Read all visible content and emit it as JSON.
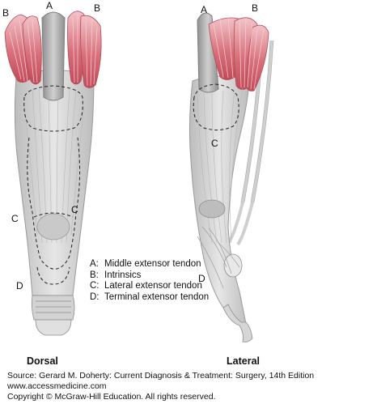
{
  "labels": {
    "dorsal": {
      "a": "A",
      "b_left": "B",
      "b_right": "B",
      "c_left": "C",
      "c_right": "C",
      "d": "D"
    },
    "lateral": {
      "a": "A",
      "b": "B",
      "c": "C",
      "d": "D"
    }
  },
  "legend": [
    {
      "key": "A:",
      "text": "Middle extensor tendon"
    },
    {
      "key": "B:",
      "text": "Intrinsics"
    },
    {
      "key": "C:",
      "text": "Lateral extensor tendon"
    },
    {
      "key": "D:",
      "text": "Terminal extensor tendon"
    }
  ],
  "view_titles": {
    "dorsal": "Dorsal",
    "lateral": "Lateral"
  },
  "footer": {
    "source": "Source: Gerard M. Doherty: Current Diagnosis & Treatment: Surgery, 14th Edition",
    "url": "www.accessmedicine.com",
    "copyright": "Copyright © McGraw-Hill Education. All rights reserved."
  },
  "colors": {
    "muscle": "#d0646f",
    "muscle_light": "#e9a3aa",
    "tendon": "#d9d9d9",
    "tendon_dark": "#a9a9a9",
    "outline": "#8a8a8a"
  }
}
